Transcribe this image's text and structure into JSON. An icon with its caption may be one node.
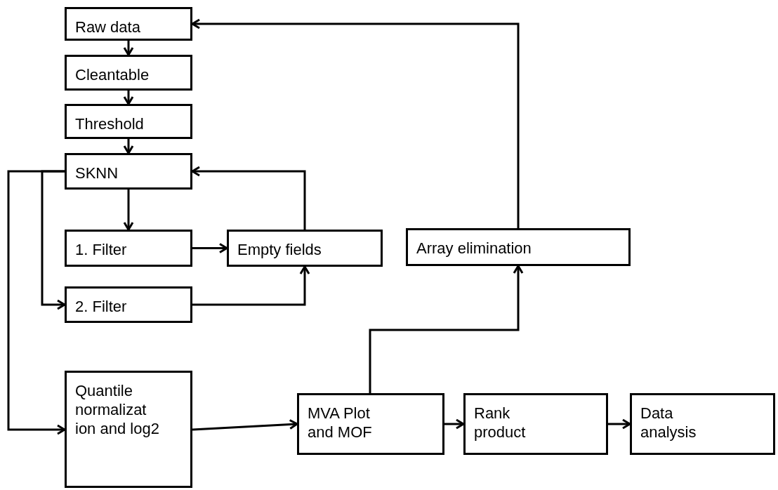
{
  "diagram": {
    "nodes": [
      {
        "text": [
          "Raw data"
        ]
      },
      {
        "text": [
          "Cleantable"
        ]
      },
      {
        "text": [
          "Threshold"
        ]
      },
      {
        "text": [
          "SKNN"
        ]
      },
      {
        "text": [
          "1. Filter"
        ]
      },
      {
        "text": [
          "Empty fields"
        ]
      },
      {
        "text": [
          "Array elimination"
        ]
      },
      {
        "text": [
          "2. Filter"
        ]
      },
      {
        "text": [
          "Quantile normalizat ion and log2"
        ]
      },
      {
        "text": [
          "MVA Plot and MOF"
        ]
      },
      {
        "text": [
          "Rank product"
        ]
      },
      {
        "text": [
          "Data analysis"
        ]
      }
    ],
    "edges": [
      {
        "from": 0,
        "to": 1,
        "arrow": "to"
      },
      {
        "from": 1,
        "to": 2,
        "arrow": "to"
      },
      {
        "from": 2,
        "to": 3,
        "arrow": "to"
      },
      {
        "from": 3,
        "to": 4,
        "arrow": "to"
      },
      {
        "from": 4,
        "to": 5,
        "arrow": "to"
      },
      {
        "from": 5,
        "to": 3,
        "arrow": "to"
      },
      {
        "from": 3,
        "to": 7,
        "arrow": "to"
      },
      {
        "from": 7,
        "to": 5,
        "arrow": "to"
      },
      {
        "from": 3,
        "to": 8,
        "arrow": "to"
      },
      {
        "from": 8,
        "to": 9,
        "arrow": "to"
      },
      {
        "from": 9,
        "to": 6,
        "arrow": "to"
      },
      {
        "from": 6,
        "to": 0,
        "arrow": "to"
      },
      {
        "from": 9,
        "to": 10,
        "arrow": "to"
      },
      {
        "from": 10,
        "to": 11,
        "arrow": "to"
      }
    ]
  }
}
